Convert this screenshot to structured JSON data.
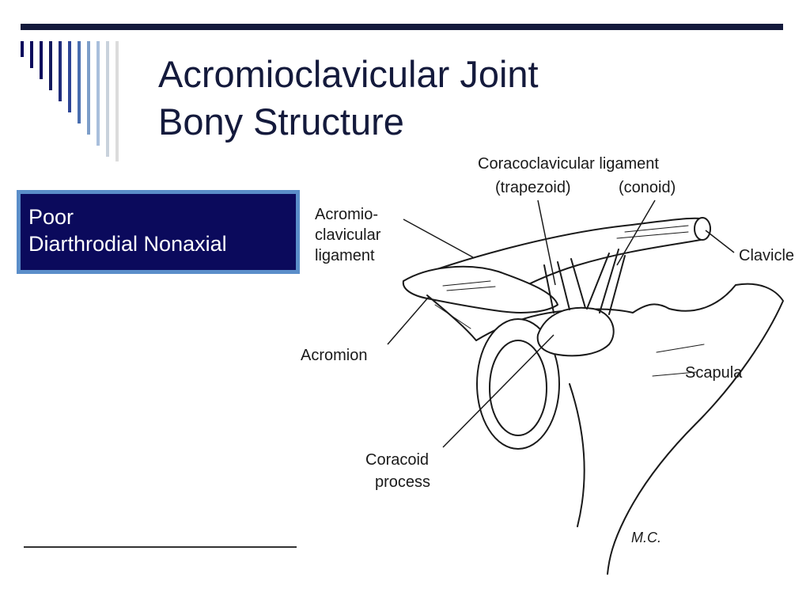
{
  "slide": {
    "title_line1": "Acromioclavicular Joint",
    "title_line2": "Bony Structure",
    "info_line1": "Poor",
    "info_line2": "Diarthrodial Nonaxial"
  },
  "figure": {
    "labels": {
      "coracoclavicular": "Coracoclavicular ligament",
      "trapezoid": "(trapezoid)",
      "conoid": "(conoid)",
      "ac_ligament_1": "Acromio-",
      "ac_ligament_2": "clavicular",
      "ac_ligament_3": "ligament",
      "clavicle": "Clavicle",
      "acromion": "Acromion",
      "scapula": "Scapula",
      "coracoid_1": "Coracoid",
      "coracoid_2": "process",
      "signature": "M.C."
    }
  },
  "colors": {
    "title": "#141a3c",
    "info_bg": "#0b0a5c",
    "info_border": "#5b8ec9"
  }
}
